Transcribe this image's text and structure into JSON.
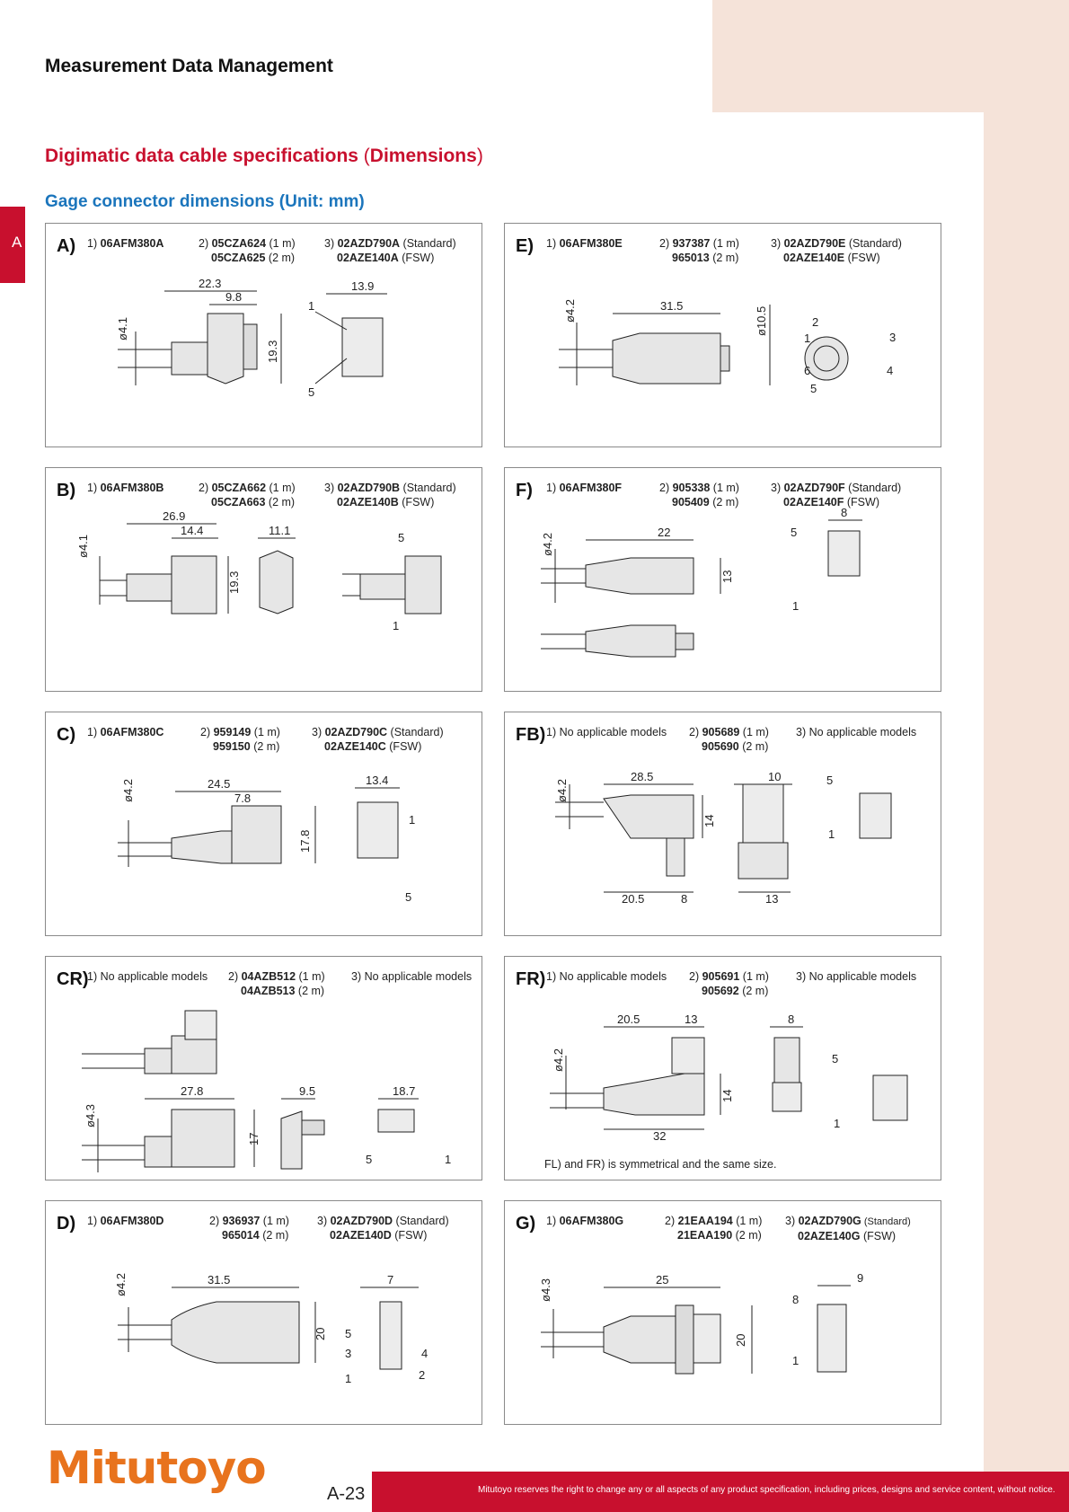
{
  "header": {
    "section": "Measurement Data Management",
    "title_main": "Digimatic data cable specifications",
    "title_paren_open": " (",
    "title_paren_word": "Dimensions",
    "title_paren_close": ")",
    "subtitle": "Gage connector dimensions (Unit: mm)",
    "side_tab": "A"
  },
  "panels": {
    "A": {
      "label": "A)",
      "c1": "06AFM380A",
      "c1_prefix": "1) ",
      "c2_prefix": "2) ",
      "c2_code1": "05CZA624",
      "c2_len1": " (1 m)",
      "c2_code2": "05CZA625",
      "c2_len2": " (2 m)",
      "c3_prefix": "3) ",
      "c3_code1": "02AZD790A",
      "c3_txt1": " (Standard)",
      "c3_code2": "02AZE140A",
      "c3_txt2": " (FSW)",
      "dims": [
        "22.3",
        "9.8",
        "ø4.1",
        "19.3",
        "13.9",
        "1",
        "5"
      ]
    },
    "E": {
      "label": "E)",
      "c1": "06AFM380E",
      "c1_prefix": "1) ",
      "c2_prefix": "2) ",
      "c2_code1": "937387",
      "c2_len1": " (1 m)",
      "c2_code2": "965013",
      "c2_len2": " (2 m)",
      "c3_prefix": "3) ",
      "c3_code1": "02AZD790E",
      "c3_txt1": " (Standard)",
      "c3_code2": "02AZE140E",
      "c3_txt2": " (FSW)",
      "dims": [
        "31.5",
        "ø4.2",
        "ø10.5",
        "2",
        "1",
        "3",
        "6",
        "4",
        "5"
      ]
    },
    "B": {
      "label": "B)",
      "c1": "06AFM380B",
      "c1_prefix": "1) ",
      "c2_prefix": "2) ",
      "c2_code1": "05CZA662",
      "c2_len1": " (1 m)",
      "c2_code2": "05CZA663",
      "c2_len2": " (2 m)",
      "c3_prefix": "3) ",
      "c3_code1": "02AZD790B",
      "c3_txt1": " (Standard)",
      "c3_code2": "02AZE140B",
      "c3_txt2": " (FSW)",
      "dims": [
        "26.9",
        "14.4",
        "ø4.1",
        "19.3",
        "11.1",
        "5",
        "1"
      ]
    },
    "F": {
      "label": "F)",
      "c1": "06AFM380F",
      "c1_prefix": "1) ",
      "c2_prefix": "2) ",
      "c2_code1": "905338",
      "c2_len1": " (1 m)",
      "c2_code2": "905409",
      "c2_len2": " (2 m)",
      "c3_prefix": "3) ",
      "c3_code1": "02AZD790F",
      "c3_txt1": " (Standard)",
      "c3_code2": "02AZE140F",
      "c3_txt2": " (FSW)",
      "dims": [
        "22",
        "ø4.2",
        "13",
        "8",
        "5",
        "1"
      ]
    },
    "C": {
      "label": "C)",
      "c1": "06AFM380C",
      "c1_prefix": "1) ",
      "c2_prefix": "2) ",
      "c2_code1": "959149",
      "c2_len1": " (1 m)",
      "c2_code2": "959150",
      "c2_len2": " (2 m)",
      "c3_prefix": "3) ",
      "c3_code1": "02AZD790C",
      "c3_txt1": " (Standard)",
      "c3_code2": "02AZE140C",
      "c3_txt2": " (FSW)",
      "dims": [
        "24.5",
        "7.8",
        "ø4.2",
        "17.8",
        "13.4",
        "1",
        "5"
      ]
    },
    "FB": {
      "label": "FB)",
      "c1_text": "1) No applicable models",
      "c2_prefix": "2) ",
      "c2_code1": "905689",
      "c2_len1": " (1 m)",
      "c2_code2": "905690",
      "c2_len2": " (2 m)",
      "c3_text": "3) No applicable models",
      "dims": [
        "28.5",
        "ø4.2",
        "14",
        "20.5",
        "8",
        "10",
        "13",
        "5",
        "1"
      ]
    },
    "CR": {
      "label": "CR)",
      "c1_text": "1) No applicable models",
      "c2_prefix": "2) ",
      "c2_code1": "04AZB512",
      "c2_len1": " (1 m)",
      "c2_code2": "04AZB513",
      "c2_len2": " (2 m)",
      "c3_text": "3) No applicable models",
      "dims": [
        "27.8",
        "ø4.3",
        "17",
        "9.5",
        "18.7",
        "5",
        "1"
      ]
    },
    "FR": {
      "label": "FR)",
      "c1_text": "1) No applicable models",
      "c2_prefix": "2) ",
      "c2_code1": "905691",
      "c2_len1": " (1 m)",
      "c2_code2": "905692",
      "c2_len2": " (2 m)",
      "c3_text": "3) No applicable models",
      "note": "FL) and FR) is symmetrical and the same size.",
      "dims": [
        "20.5",
        "13",
        "ø4.2",
        "14",
        "32",
        "8",
        "5",
        "1"
      ]
    },
    "D": {
      "label": "D)",
      "c1": "06AFM380D",
      "c1_prefix": "1) ",
      "c2_prefix": "2) ",
      "c2_code1": "936937",
      "c2_len1": " (1 m)",
      "c2_code2": "965014",
      "c2_len2": " (2 m)",
      "c3_prefix": "3) ",
      "c3_code1": "02AZD790D",
      "c3_txt1": " (Standard)",
      "c3_code2": "02AZE140D",
      "c3_txt2": " (FSW)",
      "dims": [
        "31.5",
        "ø4.2",
        "20",
        "7",
        "5",
        "3",
        "1",
        "4",
        "2"
      ]
    },
    "G": {
      "label": "G)",
      "c1": "06AFM380G",
      "c1_prefix": "1) ",
      "c2_prefix": "2) ",
      "c2_code1": "21EAA194",
      "c2_len1": " (1 m)",
      "c2_code2": "21EAA190",
      "c2_len2": " (2 m)",
      "c3_prefix": "3) ",
      "c3_code1": "02AZD790G",
      "c3_txt1": " (Standard)",
      "c3_code2": "02AZE140G",
      "c3_txt2": " (FSW)",
      "dims": [
        "25",
        "ø4.3",
        "20",
        "9",
        "8",
        "1"
      ]
    }
  },
  "footer": {
    "brand": "Mitutoyo",
    "page_number": "A-23",
    "disclaimer": "Mitutoyo reserves the right to change any or all aspects of any product specification, including prices, designs and service content, without notice."
  },
  "colors": {
    "accent_red": "#c8102e",
    "heading_blue": "#1b75bc",
    "brand_orange": "#e8731d",
    "side_bg": "#f5e3d9"
  }
}
